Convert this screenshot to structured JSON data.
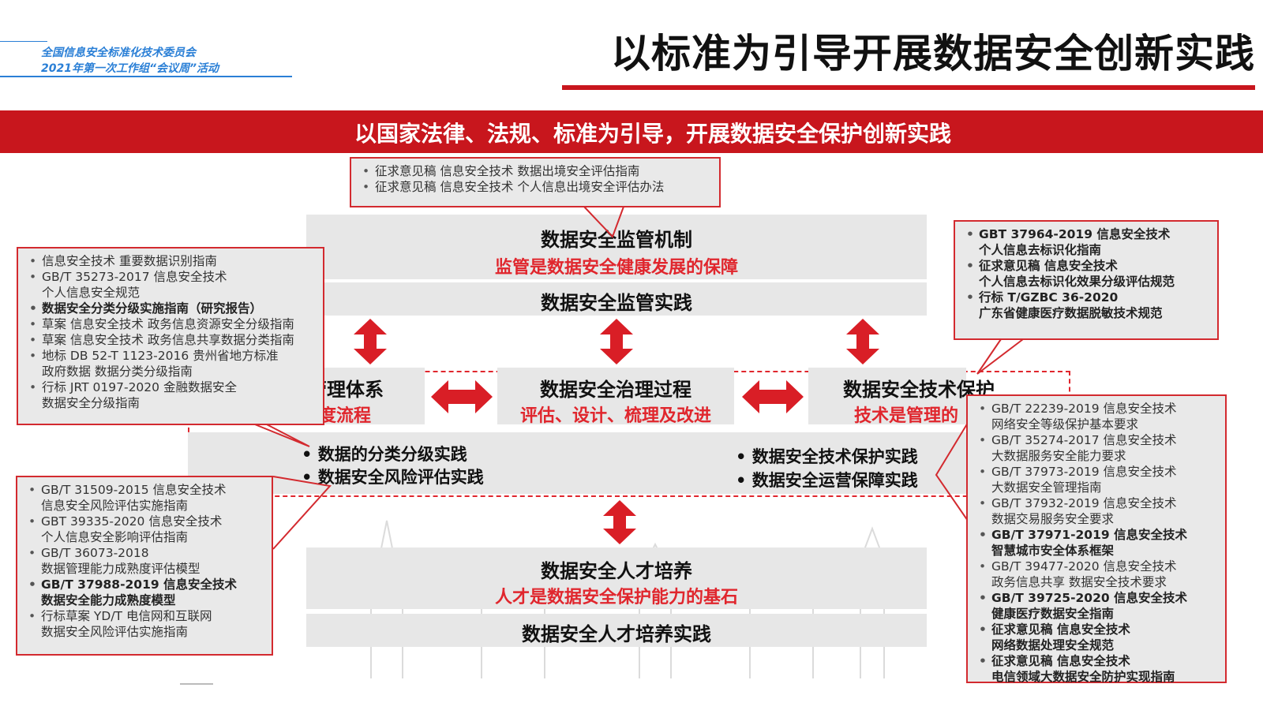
{
  "header": {
    "org_line1": "全国信息安全标准化技术委员会",
    "org_line2": "2021年第一次工作组“会议周”活动",
    "title": "以标准为引导开展数据安全创新实践"
  },
  "banner": {
    "text": "以国家法律、法规、标准为引导，开展数据安全保护创新实践"
  },
  "top_callout": {
    "items": [
      "征求意见稿 信息安全技术 数据出境安全评估指南",
      "征求意见稿 信息安全技术 个人信息出境安全评估办法"
    ]
  },
  "supervision": {
    "title": "数据安全监管机制",
    "subtitle": "监管是数据安全健康发展的保障",
    "practice": "数据安全监管实践"
  },
  "governance": {
    "left_title": "管理体系",
    "left_sub": "度流程",
    "center_title": "数据安全治理过程",
    "center_sub": "评估、设计、梳理及改进",
    "right_title": "数据安全技术保护",
    "right_sub": "技术是管理的",
    "left_bullets": [
      "数据的分类分级实践",
      "数据安全风险评估实践"
    ],
    "right_bullets": [
      "数据安全技术保护实践",
      "数据安全运营保障实践"
    ]
  },
  "talent": {
    "title": "数据安全人才培养",
    "subtitle": "人才是数据安全保护能力的基石",
    "practice": "数据安全人才培养实践"
  },
  "left_top_callout": {
    "items": [
      {
        "l1": "信息安全技术  重要数据识别指南",
        "l2": "",
        "bold": false
      },
      {
        "l1": "GB/T 35273-2017 信息安全技术",
        "l2": "个人信息安全规范",
        "bold": false
      },
      {
        "l1": "数据安全分类分级实施指南（研究报告）",
        "l2": "",
        "bold": true
      },
      {
        "l1": "草案 信息安全技术 政务信息资源安全分级指南",
        "l2": "",
        "bold": false
      },
      {
        "l1": "草案 信息安全技术 政务信息共享数据分类指南",
        "l2": "",
        "bold": false
      },
      {
        "l1": "地标 DB 52-T 1123-2016 贵州省地方标准",
        "l2": "政府数据 数据分类分级指南",
        "bold": false
      },
      {
        "l1": "行标 JRT 0197-2020 金融数据安全",
        "l2": "数据安全分级指南",
        "bold": false
      }
    ]
  },
  "left_bottom_callout": {
    "items": [
      {
        "l1": "GB/T 31509-2015 信息安全技术",
        "l2": "信息安全风险评估实施指南",
        "bold": false
      },
      {
        "l1": "GBT 39335-2020 信息安全技术",
        "l2": "个人信息安全影响评估指南",
        "bold": false
      },
      {
        "l1": "GB/T 36073-2018",
        "l2": "数据管理能力成熟度评估模型",
        "bold": false
      },
      {
        "l1": "GB/T 37988-2019 信息安全技术",
        "l2": "数据安全能力成熟度模型",
        "bold": true
      },
      {
        "l1": "行标草案 YD/T 电信网和互联网",
        "l2": "数据安全风险评估实施指南",
        "bold": false
      }
    ]
  },
  "right_top_callout": {
    "items": [
      {
        "l1": "GBT 37964-2019 信息安全技术",
        "l2": "个人信息去标识化指南",
        "bold": true
      },
      {
        "l1": "征求意见稿 信息安全技术",
        "l2": "个人信息去标识化效果分级评估规范",
        "bold": true
      },
      {
        "l1": "行标 T/GZBC 36-2020",
        "l2": "广东省健康医疗数据脱敏技术规范",
        "bold": true
      }
    ]
  },
  "right_bottom_callout": {
    "items": [
      {
        "l1": "GB/T 22239-2019 信息安全技术",
        "l2": "网络安全等级保护基本要求",
        "bold": false
      },
      {
        "l1": "GB/T 35274-2017 信息安全技术",
        "l2": "大数据服务安全能力要求",
        "bold": false
      },
      {
        "l1": "GB/T 37973-2019  信息安全技术",
        "l2": "大数据安全管理指南",
        "bold": false
      },
      {
        "l1": "GB/T 37932-2019 信息安全技术",
        "l2": "数据交易服务安全要求",
        "bold": false
      },
      {
        "l1": "GB/T 37971-2019 信息安全技术",
        "l2": "智慧城市安全体系框架",
        "bold": true
      },
      {
        "l1": "GB/T 39477-2020 信息安全技术",
        "l2": "政务信息共享 数据安全技术要求",
        "bold": false
      },
      {
        "l1": "GB/T 39725-2020 信息安全技术",
        "l2": "健康医疗数据安全指南",
        "bold": true
      },
      {
        "l1": "征求意见稿 信息安全技术",
        "l2": "网络数据处理安全规范",
        "bold": true
      },
      {
        "l1": "征求意见稿 信息安全技术",
        "l2": "电信领域大数据安全防护实现指南",
        "bold": true
      }
    ]
  },
  "colors": {
    "accent_red": "#c8161d",
    "arrow_red": "#d91e26",
    "org_blue": "#2a7fd6",
    "block_gray": "#e7e7e7"
  },
  "icons": {
    "arrow": "double-headed-arrow-icon"
  }
}
